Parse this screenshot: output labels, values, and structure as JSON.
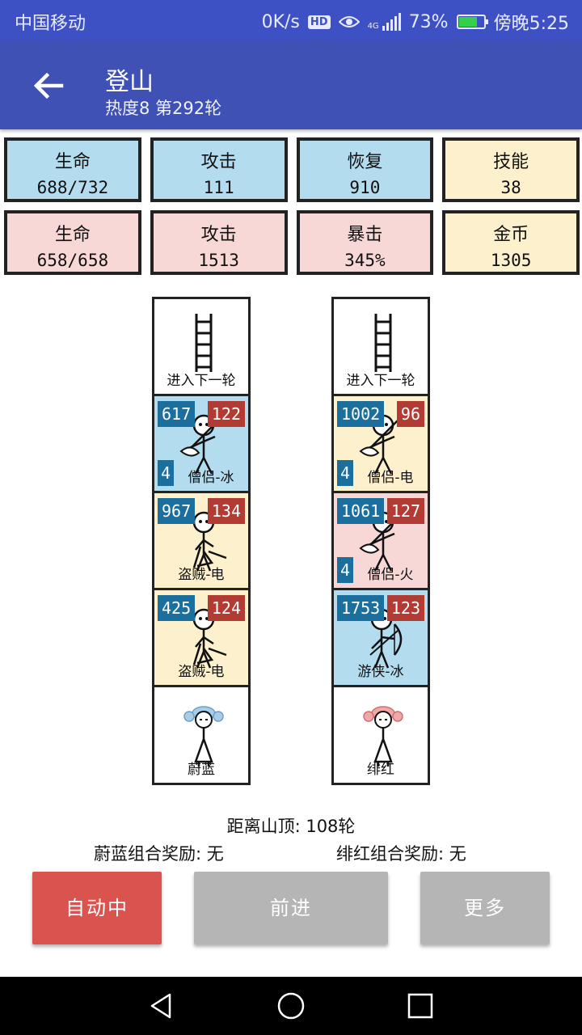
{
  "status_bar": {
    "carrier": "中国移动",
    "speed": "0K/s",
    "hd": "HD",
    "network": "4G",
    "battery": "73%",
    "time": "傍晚5:25"
  },
  "app_bar": {
    "title": "登山",
    "subtitle": "热度8  第292轮"
  },
  "player_stats": [
    {
      "label": "生命",
      "value": "688/732",
      "color": "#b3dcee"
    },
    {
      "label": "攻击",
      "value": "111",
      "color": "#b3dcee"
    },
    {
      "label": "恢复",
      "value": "910",
      "color": "#b3dcee"
    },
    {
      "label": "技能",
      "value": "38",
      "color": "#fdf1cd"
    }
  ],
  "enemy_stats": [
    {
      "label": "生命",
      "value": "658/658",
      "color": "#f8d7d7"
    },
    {
      "label": "攻击",
      "value": "1513",
      "color": "#f8d7d7"
    },
    {
      "label": "暴击",
      "value": "345%",
      "color": "#f8d7d7"
    },
    {
      "label": "金币",
      "value": "1305",
      "color": "#fdf1cd"
    }
  ],
  "left_column": {
    "top": {
      "label": "进入下一轮"
    },
    "units": [
      {
        "hp": "617",
        "atk": "122",
        "level": "4",
        "name": "僧侣-冰",
        "bg": "#b3dcee"
      },
      {
        "hp": "967",
        "atk": "134",
        "name": "盗贼-电",
        "bg": "#fdf1cd"
      },
      {
        "hp": "425",
        "atk": "124",
        "name": "盗贼-电",
        "bg": "#fdf1cd"
      }
    ],
    "hero": {
      "name": "蔚蓝",
      "hair_color": "#a8cde8"
    }
  },
  "right_column": {
    "top": {
      "label": "进入下一轮"
    },
    "units": [
      {
        "hp": "1002",
        "atk": "96",
        "level": "4",
        "name": "僧侣-电",
        "bg": "#fdf1cd"
      },
      {
        "hp": "1061",
        "atk": "127",
        "level": "4",
        "name": "僧侣-火",
        "bg": "#f8d7d7"
      },
      {
        "hp": "1753",
        "atk": "123",
        "name": "游侠-冰",
        "bg": "#b3dcee"
      }
    ],
    "hero": {
      "name": "绯红",
      "hair_color": "#f0a8a8"
    }
  },
  "info": {
    "distance": "距离山顶: 108轮",
    "left_reward": "蔚蓝组合奖励: 无",
    "right_reward": "绯红组合奖励: 无"
  },
  "buttons": {
    "auto": "自动中",
    "forward": "前进",
    "more": "更多"
  },
  "colors": {
    "primary": "#3f51b5",
    "auto_button": "#d9534f",
    "disabled_button": "#b5b5b5",
    "hp_badge": "#1a6f9f",
    "atk_badge": "#b23b33"
  }
}
